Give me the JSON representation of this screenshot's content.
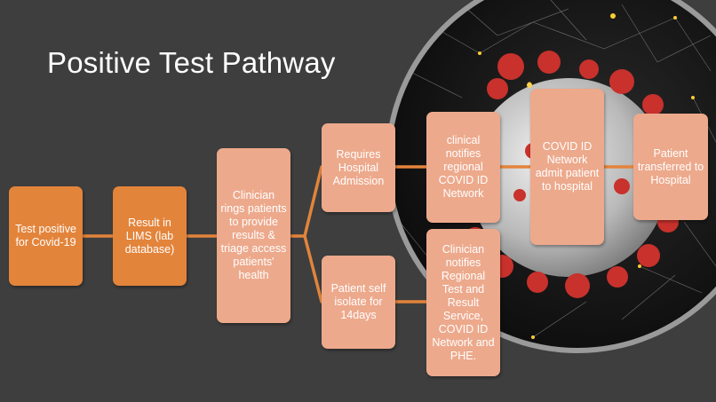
{
  "title": "Positive Test Pathway",
  "boxes": {
    "test_positive": "Test positive for Covid-19",
    "result_lims": "Result in LIMS (lab database)",
    "clinician_rings": "Clinician rings patients to provide results & triage access patients' health",
    "requires_admission": "Requires Hospital Admission",
    "clinical_notifies": "clinical notifies regional COVID ID Network",
    "covid_admit": "COVID ID Network admit patient to hospital",
    "patient_transferred": "Patient transferred to Hospital",
    "self_isolate": "Patient self isolate for 14days",
    "clinician_notifies": "Clinician notifies Regional Test and Result Service, COVID ID Network and PHE."
  },
  "colors": {
    "background": "#3e3e3e",
    "primary_box": "#e3843b",
    "secondary_box": "#eda98c",
    "connector": "#e3843b",
    "virus": "#c8312c"
  }
}
